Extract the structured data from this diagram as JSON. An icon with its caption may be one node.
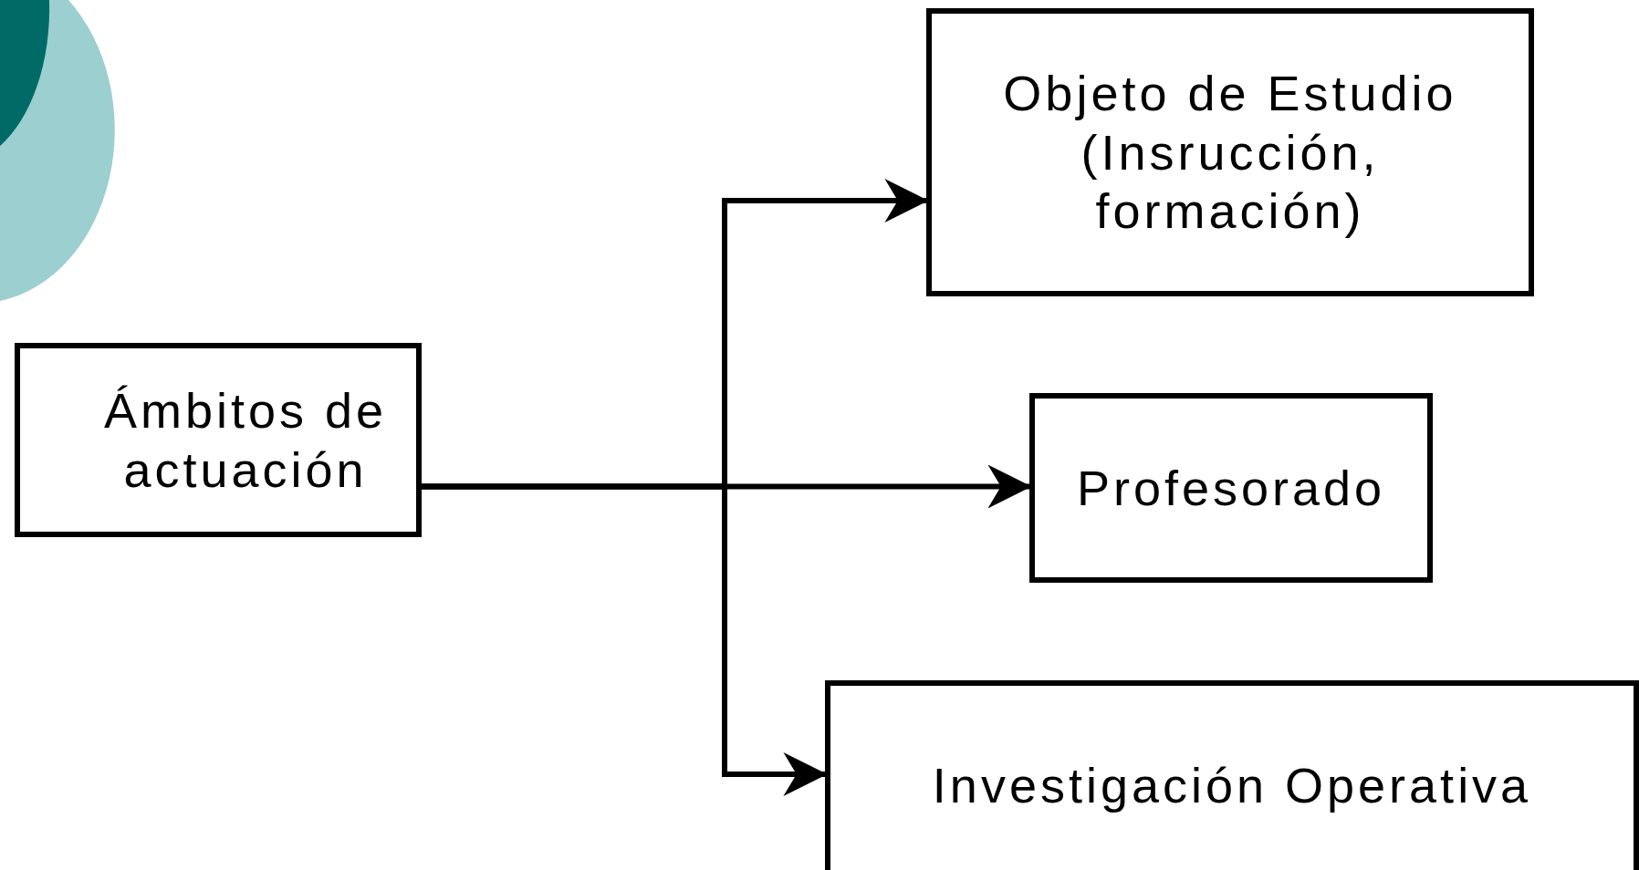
{
  "diagram": {
    "nodes": [
      {
        "text": [
          "Ámbitos de actuación"
        ]
      },
      {
        "text": [
          "Objeto de Estudio (Insrucción, formación)"
        ]
      },
      {
        "text": [
          "Profesorado"
        ]
      },
      {
        "text": [
          "Investigación Operativa"
        ]
      }
    ],
    "edges": [
      {
        "from": 0,
        "to": 1,
        "arrow": "to"
      },
      {
        "from": 0,
        "to": 2,
        "arrow": "to"
      },
      {
        "from": 0,
        "to": 3,
        "arrow": "to"
      }
    ]
  }
}
